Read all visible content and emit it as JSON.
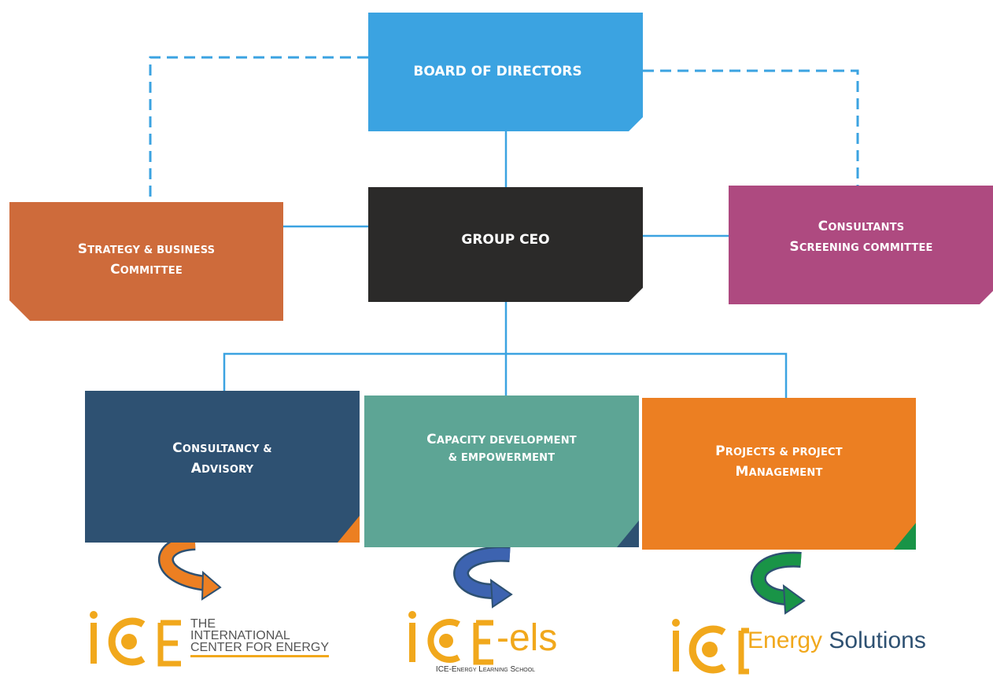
{
  "nodes": {
    "board": {
      "label": "BOARD OF DIRECTORS",
      "color": "#3ba3e1"
    },
    "ceo": {
      "label": "GROUP CEO",
      "color": "#2b2a29"
    },
    "strategy": {
      "line1": "Strategy & Business",
      "line2": "Committee",
      "color": "#ce6b3b"
    },
    "consultants": {
      "line1": "Consultants",
      "line2": "Screening Committee",
      "color": "#ae4a80"
    },
    "consultancy": {
      "line1": "Consultancy &",
      "line2": "Advisory",
      "color": "#2e5172"
    },
    "capacity": {
      "line1": "Capacity Development",
      "line2": "& Empowerment",
      "color": "#5da595"
    },
    "projects": {
      "line1": "Projects & Project",
      "line2": "Management",
      "color": "#ec7f22"
    }
  },
  "logos": {
    "ice": {
      "mark": "iCE",
      "line1": "THE",
      "line2": "INTERNATIONAL",
      "line3": "CENTER FOR ENERGY",
      "color": "#f1a81c"
    },
    "els": {
      "mark": "iCE-els",
      "tagline": "ICE-Energy Learning School",
      "color": "#f1a81c"
    },
    "solutions": {
      "mark": "iCE",
      "word1": "Energy",
      "word2": "Solutions",
      "color": "#f1a81c"
    }
  },
  "connector_color": "#3ba3e1",
  "arrow_colors": [
    "#ec7f22",
    "#3d63b0",
    "#199447"
  ]
}
